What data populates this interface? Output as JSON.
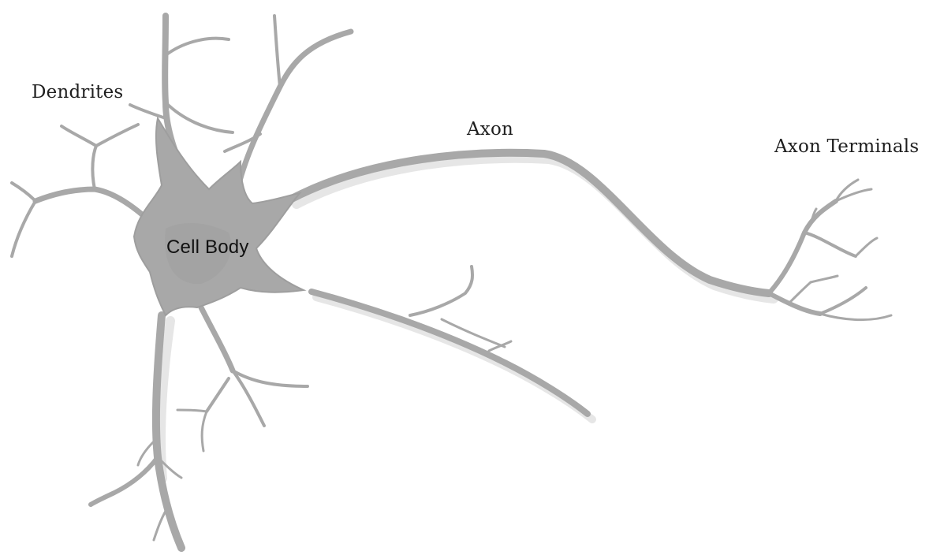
{
  "labels": {
    "dendrites": "Dendrites",
    "axon": "Axon",
    "axon_terminals": "Axon Terminals",
    "cell_body": "Cell Body"
  },
  "colors": {
    "background": "#ffffff",
    "neuron_fill": "#a8a8a8",
    "neuron_shadow": "#e3e3e3",
    "label_text": "#1f1f1f"
  }
}
